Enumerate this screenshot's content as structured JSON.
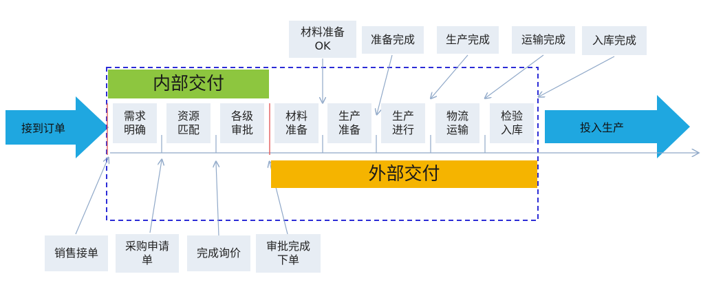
{
  "left_arrow_label": "接到订单",
  "right_arrow_label": "投入生产",
  "internal_band_label": "内部交付",
  "external_band_label": "外部交付",
  "internal_steps": [
    "需求\n明确",
    "资源\n匹配",
    "各级\n审批"
  ],
  "external_steps": [
    "材料\n准备",
    "生产\n准备",
    "生产\n进行",
    "物流\n运输",
    "检验\n入库"
  ],
  "top_labels": [
    "材料准备\nOK",
    "准备完成",
    "生产完成",
    "运输完成",
    "入库完成"
  ],
  "bottom_labels": [
    "销售接单",
    "采购申请\n单",
    "完成询价",
    "审批完成\n下单"
  ],
  "colors": {
    "arrow_blue": "#1fa7e0",
    "internal_green": "#8dc63f",
    "external_orange": "#f5b400",
    "dashed_border": "#2b2bd6",
    "timeline": "#8fa8c8",
    "box_fill": "#e7edf4"
  }
}
